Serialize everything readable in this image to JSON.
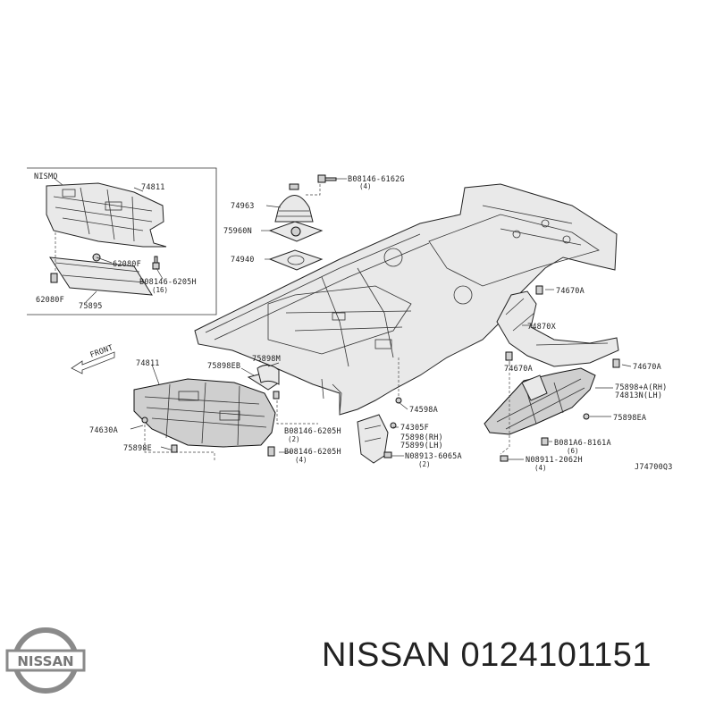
{
  "diagram": {
    "labels": {
      "nismo": "NISMO",
      "p74811_top": "74811",
      "p62080F_a": "62080F",
      "p08146_6205H_16": "B08146-6205H",
      "q16": "(16)",
      "p62080F_b": "62080F",
      "p75895": "75895",
      "p74963": "74963",
      "p08146_6162G": "B08146-6162G",
      "q4_a": "(4)",
      "p75960N": "75960N",
      "p74940": "74940",
      "front": "FRONT",
      "p74811_main": "74811",
      "p75898EB": "75898EB",
      "p75898M": "75898M",
      "p74630A": "74630A",
      "p75898E": "75898E",
      "p08146_6205H_2": "B08146-6205H",
      "q2_a": "(2)",
      "p08146_6205H_4": "B08146-6205H",
      "q4_b": "(4)",
      "p74598A": "74598A",
      "p74305F": "74305F",
      "p75898RH": "75898(RH)",
      "p75899LH": "75899(LH)",
      "p08913_6065A": "N08913-6065A",
      "q2_b": "(2)",
      "p74670A_a": "74670A",
      "p74870X": "74870X",
      "p74670A_b": "74670A",
      "p74670A_c": "74670A",
      "p75898A": "75898+A(RH)",
      "p74813N": "74813N(LH)",
      "p75898EA": "75898EA",
      "p08146_8161A": "B081A6-8161A",
      "q6": "(6)",
      "p08911_2062H": "N08911-2062H",
      "q4_c": "(4)",
      "drawing_code": "J74700Q3"
    }
  },
  "footer": {
    "brand": "NISSAN",
    "part_number": "NISSAN 0124101151"
  },
  "logo": {
    "text": "NISSAN",
    "color": "#777777"
  }
}
